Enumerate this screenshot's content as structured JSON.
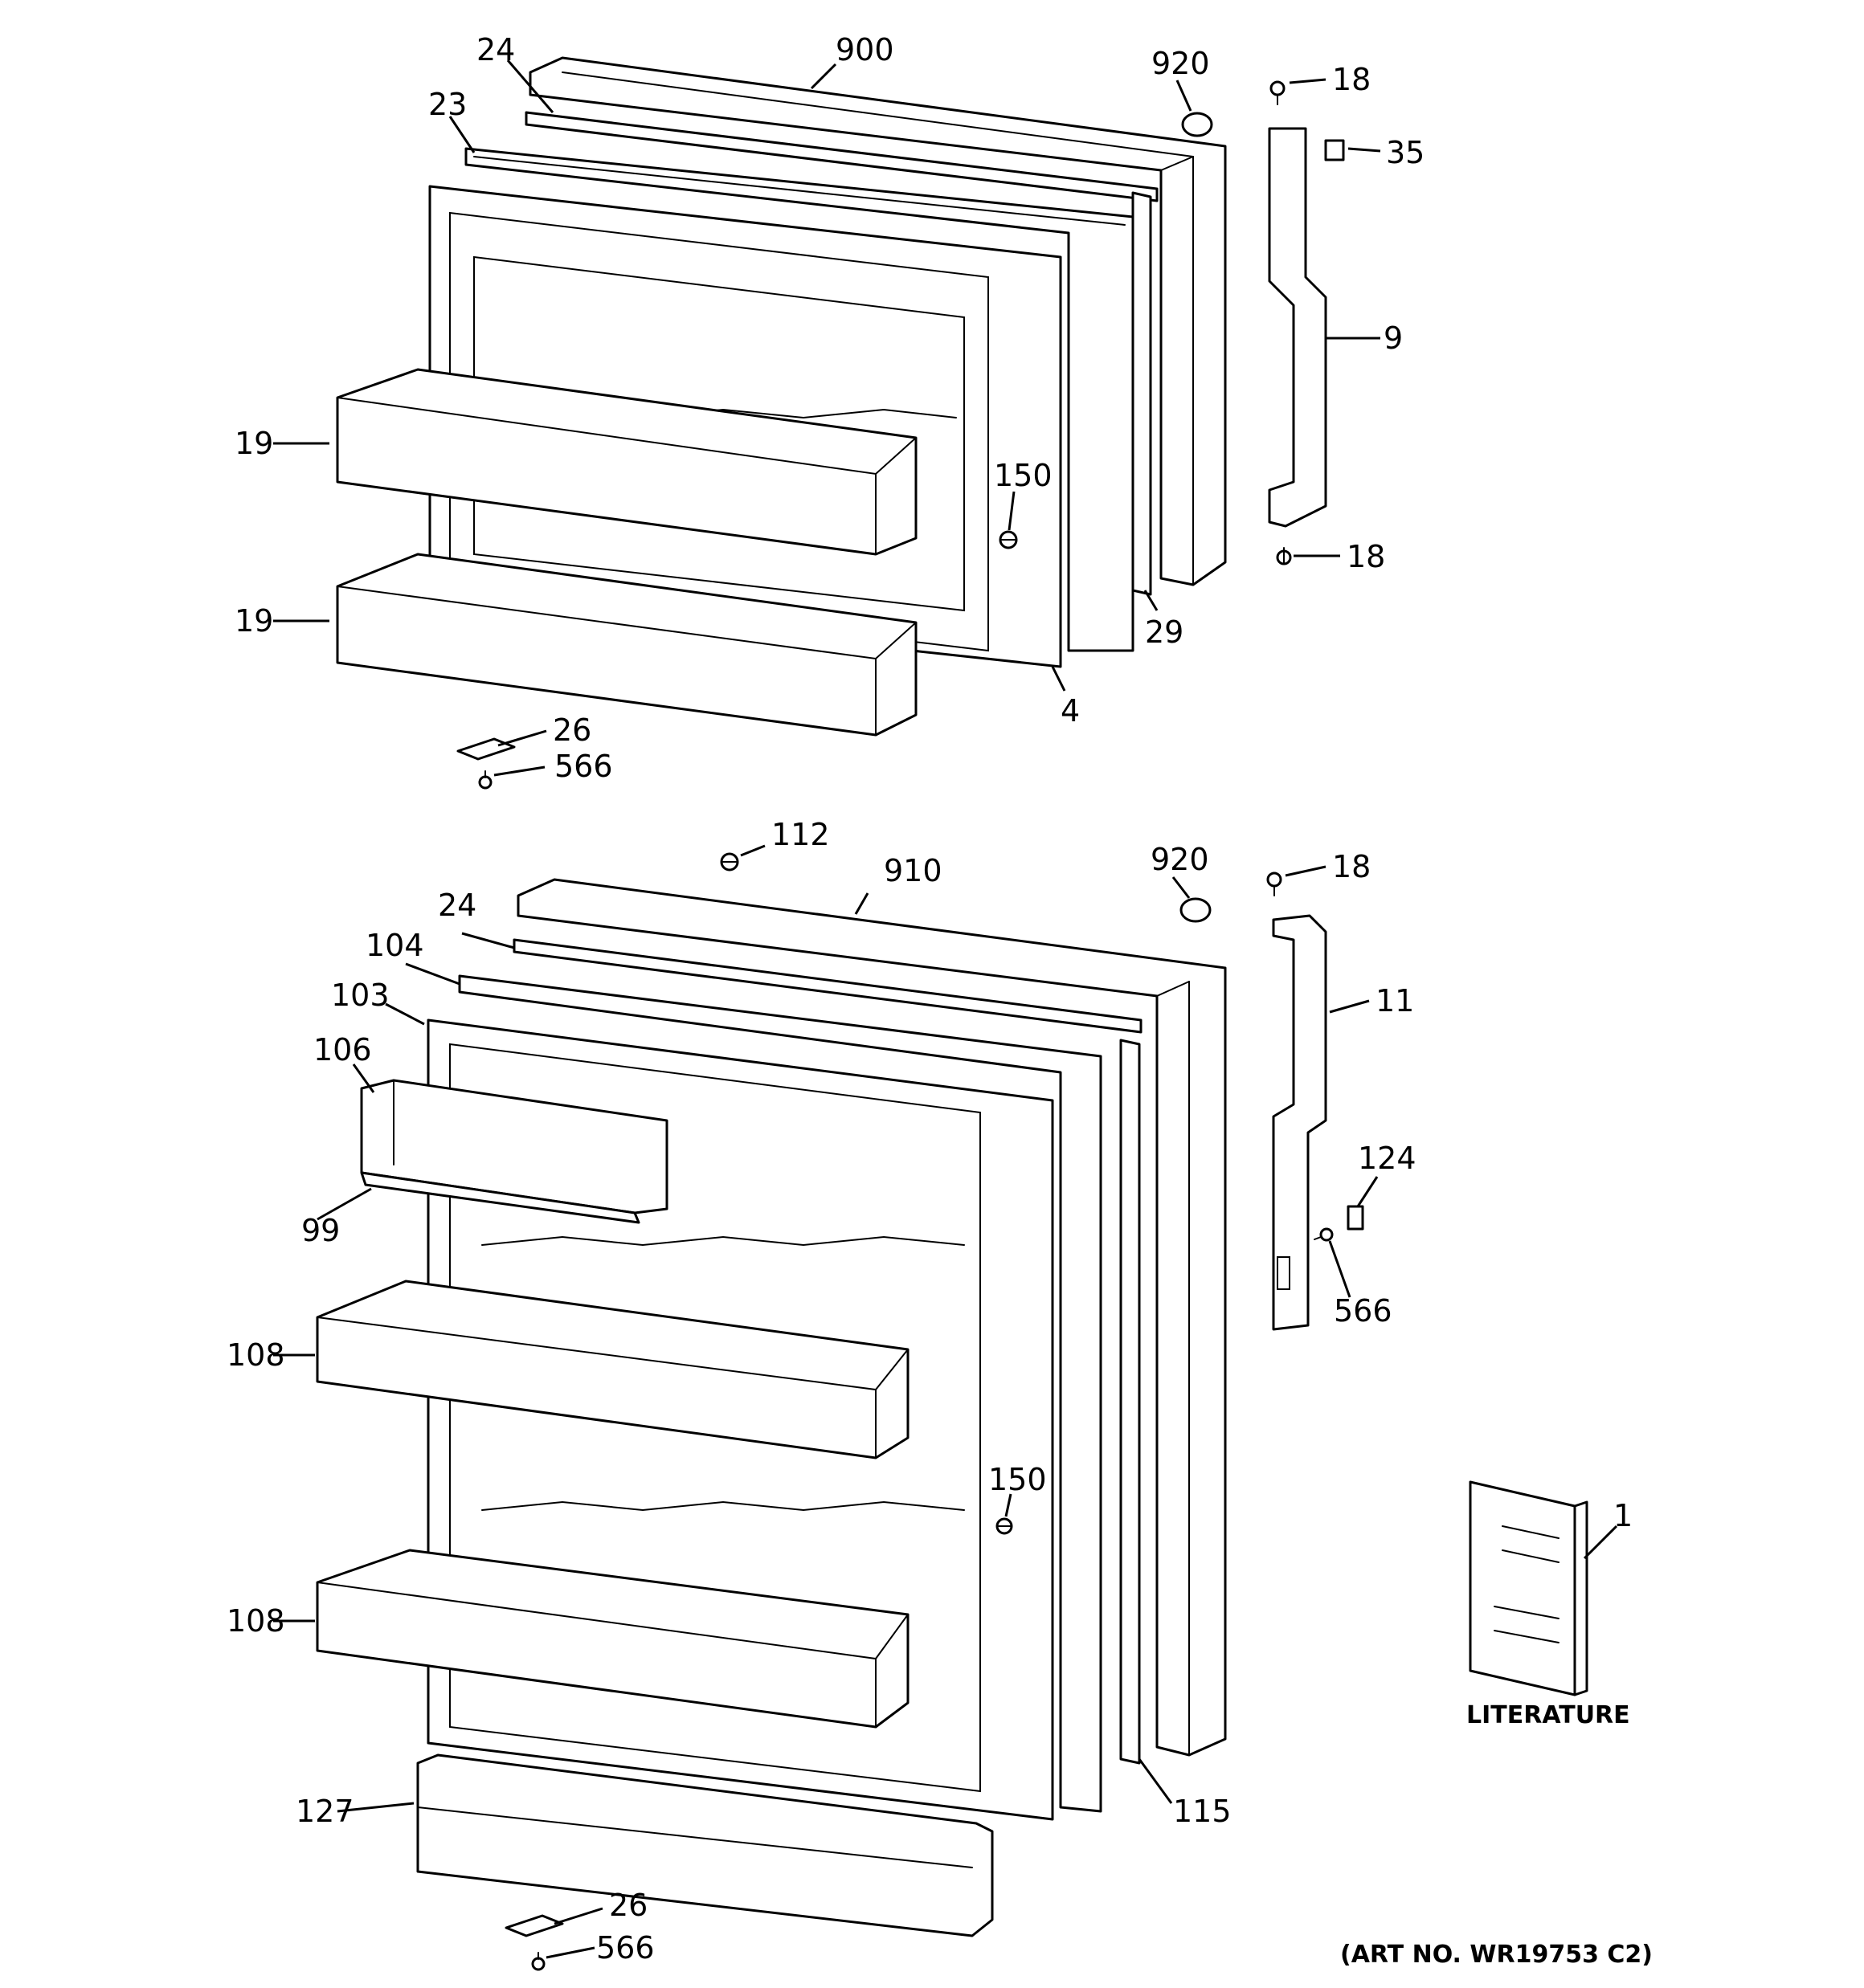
{
  "labels": {
    "p900": "900",
    "p24a": "24",
    "p23": "23",
    "p920a": "920",
    "p18a": "18",
    "p35": "35",
    "p9": "9",
    "p19a": "19",
    "p19b": "19",
    "p150a": "150",
    "p18b": "18",
    "p29": "29",
    "p4": "4",
    "p26a": "26",
    "p566a": "566",
    "p112": "112",
    "p910": "910",
    "p920b": "920",
    "p18c": "18",
    "p24b": "24",
    "p104": "104",
    "p11": "11",
    "p103": "103",
    "p106": "106",
    "p124": "124",
    "p99": "99",
    "p566b": "566",
    "p108a": "108",
    "p150b": "150",
    "p1": "1",
    "p108b": "108",
    "p127": "127",
    "p115": "115",
    "p26b": "26",
    "p566c": "566"
  },
  "literature_label": "LITERATURE",
  "art_number": "(ART NO. WR19753 C2)"
}
